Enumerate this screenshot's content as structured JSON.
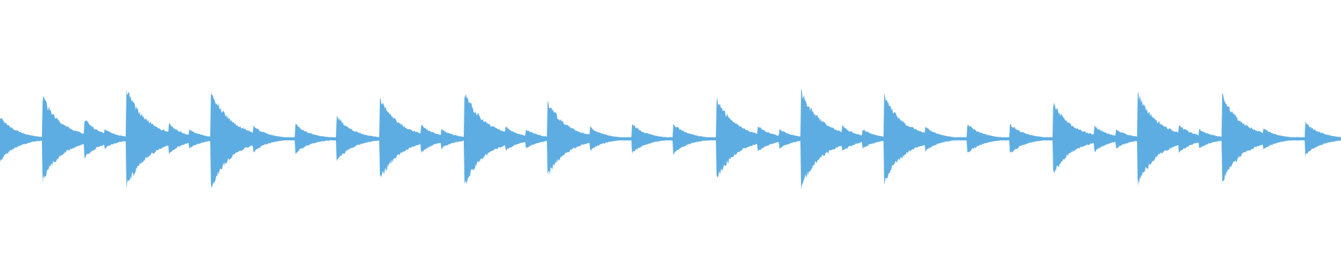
{
  "waveform": {
    "color": "#5DADE2",
    "background": "#FFFFFF",
    "transients": [
      {
        "t": 0.0,
        "amp": 0.42
      },
      {
        "t": 0.0315,
        "amp": 0.78
      },
      {
        "t": 0.063,
        "amp": 0.36
      },
      {
        "t": 0.078,
        "amp": 0.18
      },
      {
        "t": 0.094,
        "amp": 0.92
      },
      {
        "t": 0.126,
        "amp": 0.28
      },
      {
        "t": 0.141,
        "amp": 0.18
      },
      {
        "t": 0.157,
        "amp": 0.9
      },
      {
        "t": 0.189,
        "amp": 0.24
      },
      {
        "t": 0.22,
        "amp": 0.28
      },
      {
        "t": 0.251,
        "amp": 0.42
      },
      {
        "t": 0.283,
        "amp": 0.78
      },
      {
        "t": 0.314,
        "amp": 0.26
      },
      {
        "t": 0.329,
        "amp": 0.18
      },
      {
        "t": 0.346,
        "amp": 0.88
      },
      {
        "t": 0.377,
        "amp": 0.22
      },
      {
        "t": 0.392,
        "amp": 0.18
      },
      {
        "t": 0.408,
        "amp": 0.7
      },
      {
        "t": 0.44,
        "amp": 0.22
      },
      {
        "t": 0.471,
        "amp": 0.28
      },
      {
        "t": 0.502,
        "amp": 0.28
      },
      {
        "t": 0.534,
        "amp": 0.76
      },
      {
        "t": 0.565,
        "amp": 0.24
      },
      {
        "t": 0.581,
        "amp": 0.18
      },
      {
        "t": 0.597,
        "amp": 0.9
      },
      {
        "t": 0.628,
        "amp": 0.24
      },
      {
        "t": 0.643,
        "amp": 0.18
      },
      {
        "t": 0.659,
        "amp": 0.82
      },
      {
        "t": 0.69,
        "amp": 0.22
      },
      {
        "t": 0.721,
        "amp": 0.28
      },
      {
        "t": 0.753,
        "amp": 0.28
      },
      {
        "t": 0.785,
        "amp": 0.68
      },
      {
        "t": 0.816,
        "amp": 0.24
      },
      {
        "t": 0.832,
        "amp": 0.18
      },
      {
        "t": 0.848,
        "amp": 0.86
      },
      {
        "t": 0.879,
        "amp": 0.26
      },
      {
        "t": 0.894,
        "amp": 0.18
      },
      {
        "t": 0.911,
        "amp": 0.82
      },
      {
        "t": 0.942,
        "amp": 0.2
      },
      {
        "t": 0.973,
        "amp": 0.32
      }
    ]
  }
}
